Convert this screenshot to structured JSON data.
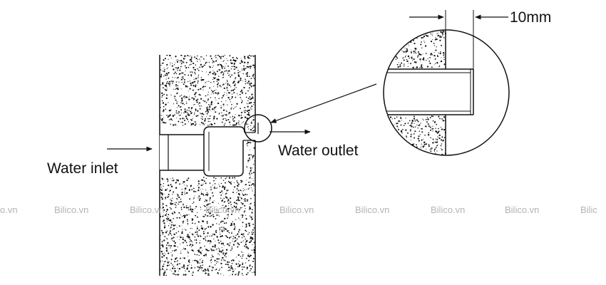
{
  "labels": {
    "water_inlet": "Water inlet",
    "water_outlet": "Water outlet",
    "dimension": "10mm"
  },
  "watermark": {
    "text": "Bilico.vn",
    "partial_left": "o.vn",
    "partial_right": "Bilic"
  },
  "colors": {
    "ink": "#111111",
    "watermark": "#b3b3b3",
    "background": "#ffffff"
  }
}
